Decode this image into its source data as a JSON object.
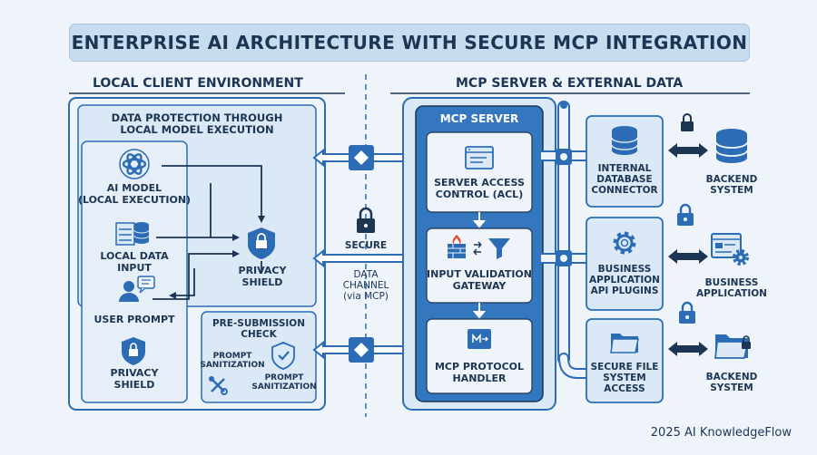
{
  "title": "ENTERPRISE AI ARCHITECTURE WITH SECURE MCP INTEGRATION",
  "sections": {
    "left": "LOCAL CLIENT ENVIRONMENT",
    "right": "MCP SERVER & EXTERNAL DATA"
  },
  "local": {
    "panel_title": "DATA PROTECTION THROUGH\nLOCAL MODEL EXECUTION",
    "ai_model": "AI MODEL\n(LOCAL EXECUTION)",
    "local_data": "LOCAL DATA\nINPUT",
    "user_prompt": "USER PROMPT",
    "privacy_shield_top": "PRIVACY\nSHIELD",
    "privacy_shield_bottom": "PRIVACY\nSHIELD",
    "check_title": "PRE-SUBMISSION\nCHECK",
    "sanit_1": "PROMPT\nSANITIZATION",
    "sanit_2": "PROMPT\nSANITIZATION"
  },
  "channel": {
    "secure": "SECURE",
    "data_channel": "DATA\nCHANNEL\n(via MCP)"
  },
  "server": {
    "title": "MCP SERVER",
    "acl": "SERVER ACCESS\nCONTROL (ACL)",
    "gateway": "INPUT VALIDATION\nGATEWAY",
    "protocol": "MCP PROTOCOL\nHANDLER"
  },
  "external": {
    "db_connector": "INTERNAL\nDATABASE\nCONNECTOR",
    "api_plugins": "BUSINESS\nAPPLICATION\nAPI PLUGINS",
    "file_access": "SECURE FILE\nSYSTEM\nACCESS",
    "backend_1": "BACKEND\nSYSTEM",
    "business_app": "BUSINESS\nAPPLICATION",
    "backend_2": "BACKEND\nSYSTEM"
  },
  "credit": "2025 AI KnowledgeFlow",
  "colors": {
    "primary": "#2b6cb5",
    "dark": "#1c3553",
    "panel_fill": "#dbe8f5",
    "light_fill": "#eef4fa",
    "server_fill": "#3577bf"
  },
  "icons": [
    "openai-logo-icon",
    "database-icon",
    "user-chat-icon",
    "shield-lock-icon",
    "check-shield-icon",
    "tools-icon",
    "padlock-icon",
    "browser-window-icon",
    "firewall-icon",
    "funnel-icon",
    "protocol-icon",
    "gear-icon",
    "folder-icon",
    "app-window-gear-icon"
  ]
}
